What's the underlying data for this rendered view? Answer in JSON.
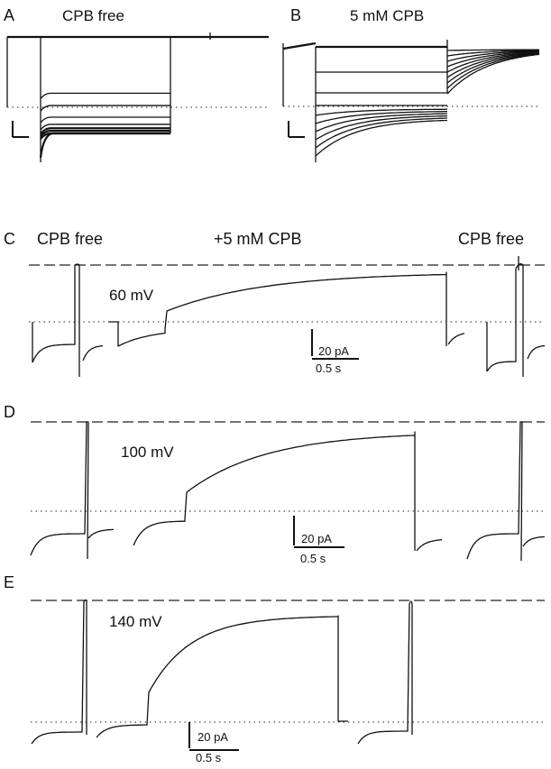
{
  "chart_data": [
    {
      "panel": "A",
      "type": "line",
      "title": "CPB free",
      "description": "Family of current traces from voltage steps in CPB-free solution; steady currents during step, fast return at step end",
      "step_levels_relative": [
        1.0,
        0.62,
        0.43,
        0.25,
        0.14,
        0.08,
        0.04,
        0.0
      ],
      "reference_line": "dotted zero-current line",
      "scale_bar": true
    },
    {
      "panel": "B",
      "type": "line",
      "title": "5 mM CPB",
      "description": "Family of current traces in 5 mM CPB; slow relaxation during step and slow tail after step",
      "step_levels_relative": [
        1.0,
        0.62,
        0.43,
        0.25,
        0.14,
        0.08,
        0.04,
        0.0
      ],
      "reference_line": "dotted zero-current line",
      "scale_bar": true
    },
    {
      "panel": "C",
      "type": "line",
      "voltage_label": "60 mV",
      "conditions": [
        "CPB free",
        "+5 mM CPB",
        "CPB free"
      ],
      "scale_bar": {
        "current": "20 pA",
        "time": "0.5 s"
      },
      "plateau_fraction_of_control": 0.92
    },
    {
      "panel": "D",
      "type": "line",
      "voltage_label": "100 mV",
      "scale_bar": {
        "current": "20 pA",
        "time": "0.5 s"
      },
      "plateau_fraction_of_control": 0.9
    },
    {
      "panel": "E",
      "type": "line",
      "voltage_label": "140 mV",
      "scale_bar": {
        "current": "20 pA",
        "time": "0.5 s"
      },
      "plateau_fraction_of_control": 0.88
    }
  ],
  "labels": {
    "A": "A",
    "B": "B",
    "C": "C",
    "D": "D",
    "E": "E",
    "a_title": "CPB free",
    "b_title": "5 mM CPB",
    "c_left": "CPB free",
    "c_mid": "+5 mM CPB",
    "c_right": "CPB free",
    "c_volt": "60 mV",
    "d_volt": "100 mV",
    "e_volt": "140 mV",
    "pa": "20 pA",
    "sec": "0.5 s"
  }
}
